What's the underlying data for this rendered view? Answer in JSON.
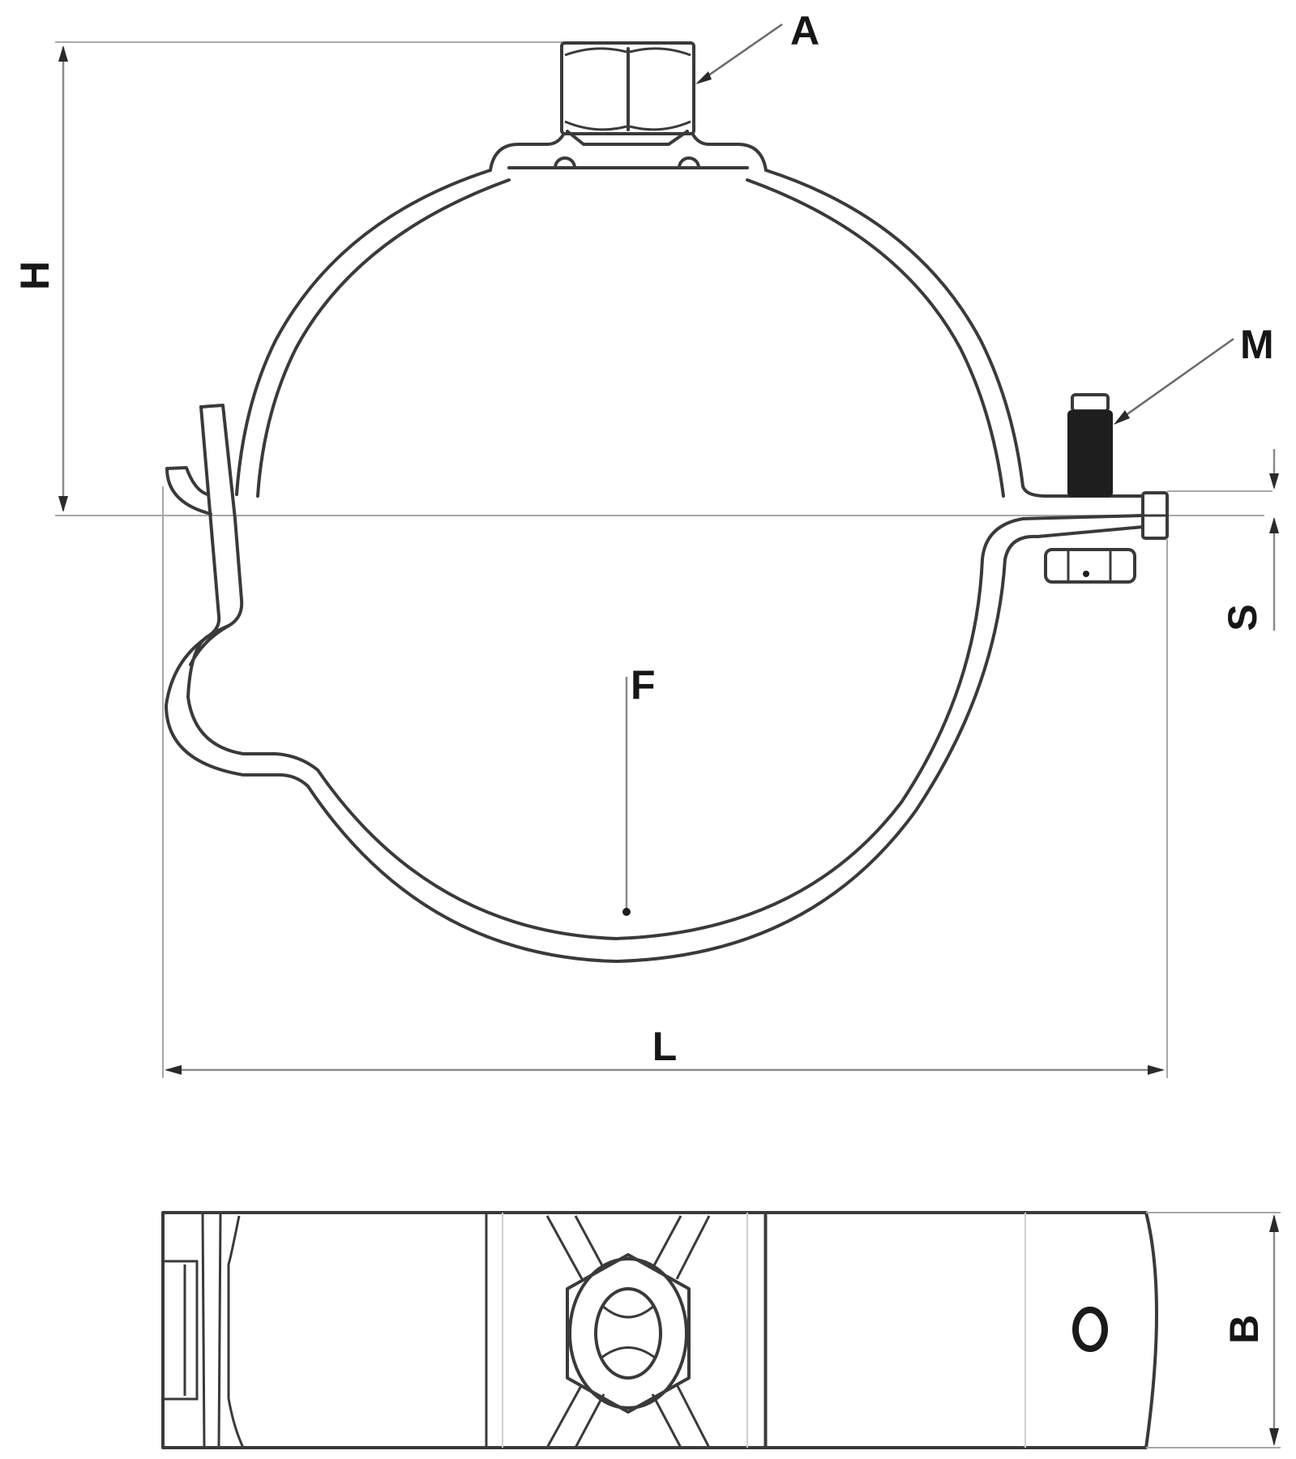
{
  "drawing": {
    "title": "Pipe clamp technical drawing",
    "views": [
      "front-view",
      "top-view"
    ],
    "line_color": "#3a3a3a",
    "dimension_color": "#8a8a8a",
    "background": "#ffffff"
  },
  "labels": {
    "A": "A",
    "H": "H",
    "M": "M",
    "S": "S",
    "F": "F",
    "L": "L",
    "B": "B"
  },
  "annotations": [
    {
      "id": "A",
      "meaning_position": "hex nut connection on top"
    },
    {
      "id": "M",
      "meaning_position": "threaded bolt on right flange"
    },
    {
      "id": "H",
      "meaning_position": "overall height dimension, left"
    },
    {
      "id": "S",
      "meaning_position": "flange thickness dimension, right"
    },
    {
      "id": "F",
      "meaning_position": "leader to inner pipe diameter, center"
    },
    {
      "id": "L",
      "meaning_position": "overall length dimension, bottom of front view"
    },
    {
      "id": "B",
      "meaning_position": "band width dimension, top view right"
    }
  ]
}
